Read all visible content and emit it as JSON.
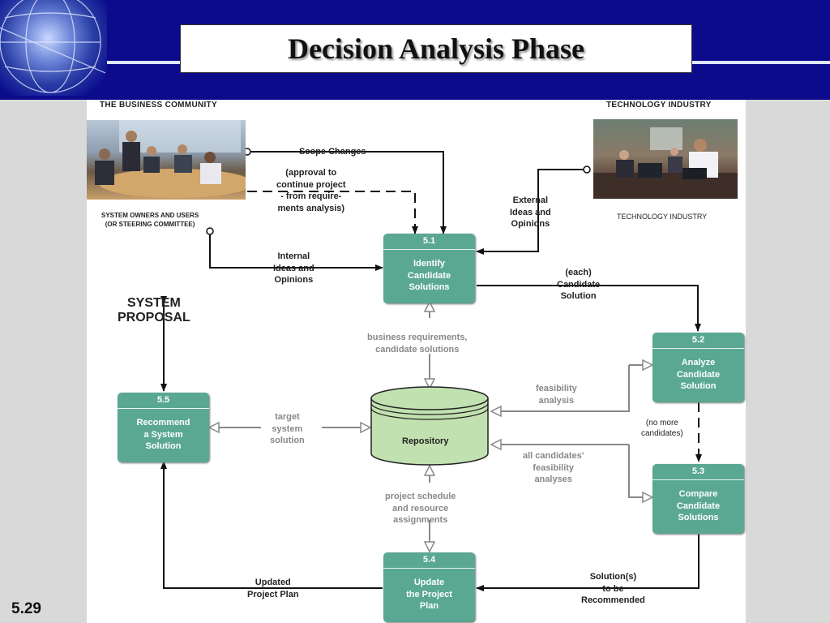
{
  "slide": {
    "title": "Decision Analysis Phase",
    "page_number": "5.29"
  },
  "header_labels": {
    "business": "THE BUSINESS COMMUNITY",
    "technology": "TECHNOLOGY INDUSTRY"
  },
  "entities": {
    "owners_line1": "SYSTEM OWNERS AND USERS",
    "owners_line2": "(OR STEERING COMMITTEE)",
    "technology": "TECHNOLOGY INDUSTRY"
  },
  "processes": [
    {
      "id": "5.1",
      "name": "Identify\nCandidate\nSolutions"
    },
    {
      "id": "5.2",
      "name": "Analyze\nCandidate\nSolution"
    },
    {
      "id": "5.3",
      "name": "Compare\nCandidate\nSolutions"
    },
    {
      "id": "5.4",
      "name": "Update\nthe Project\nPlan"
    },
    {
      "id": "5.5",
      "name": "Recommend\na System\nSolution"
    }
  ],
  "datastore": {
    "label": "Repository"
  },
  "flows": {
    "scope_changes": "Scope Changes",
    "approval": [
      "(approval to",
      "continue project",
      "- from require-",
      "ments analysis)"
    ],
    "internal": [
      "Internal",
      "Ideas and",
      "Opinions"
    ],
    "external": [
      "External",
      "Ideas and",
      "Opinions"
    ],
    "candidate": [
      "(each)",
      "Candidate",
      "Solution"
    ],
    "system_proposal": [
      "SYSTEM",
      "PROPOSAL"
    ],
    "business_req": [
      "business requirements,",
      "candidate solutions"
    ],
    "feasibility": [
      "feasibility",
      "analysis"
    ],
    "no_more": [
      "(no more",
      "candidates)"
    ],
    "target": [
      "target",
      "system",
      "solution"
    ],
    "all_candidates": [
      "all candidates'",
      "feasibility",
      "analyses"
    ],
    "project_schedule": [
      "project schedule",
      "and resource",
      "assignments"
    ],
    "solutions_rec": [
      "Solution(s)",
      "to be",
      "Recommended"
    ],
    "updated_plan": [
      "Updated",
      "Project Plan"
    ]
  },
  "colors": {
    "header_bg": "#0b0b8c",
    "process_fill": "#5aa892",
    "datastore_fill": "#c2e1b0"
  }
}
